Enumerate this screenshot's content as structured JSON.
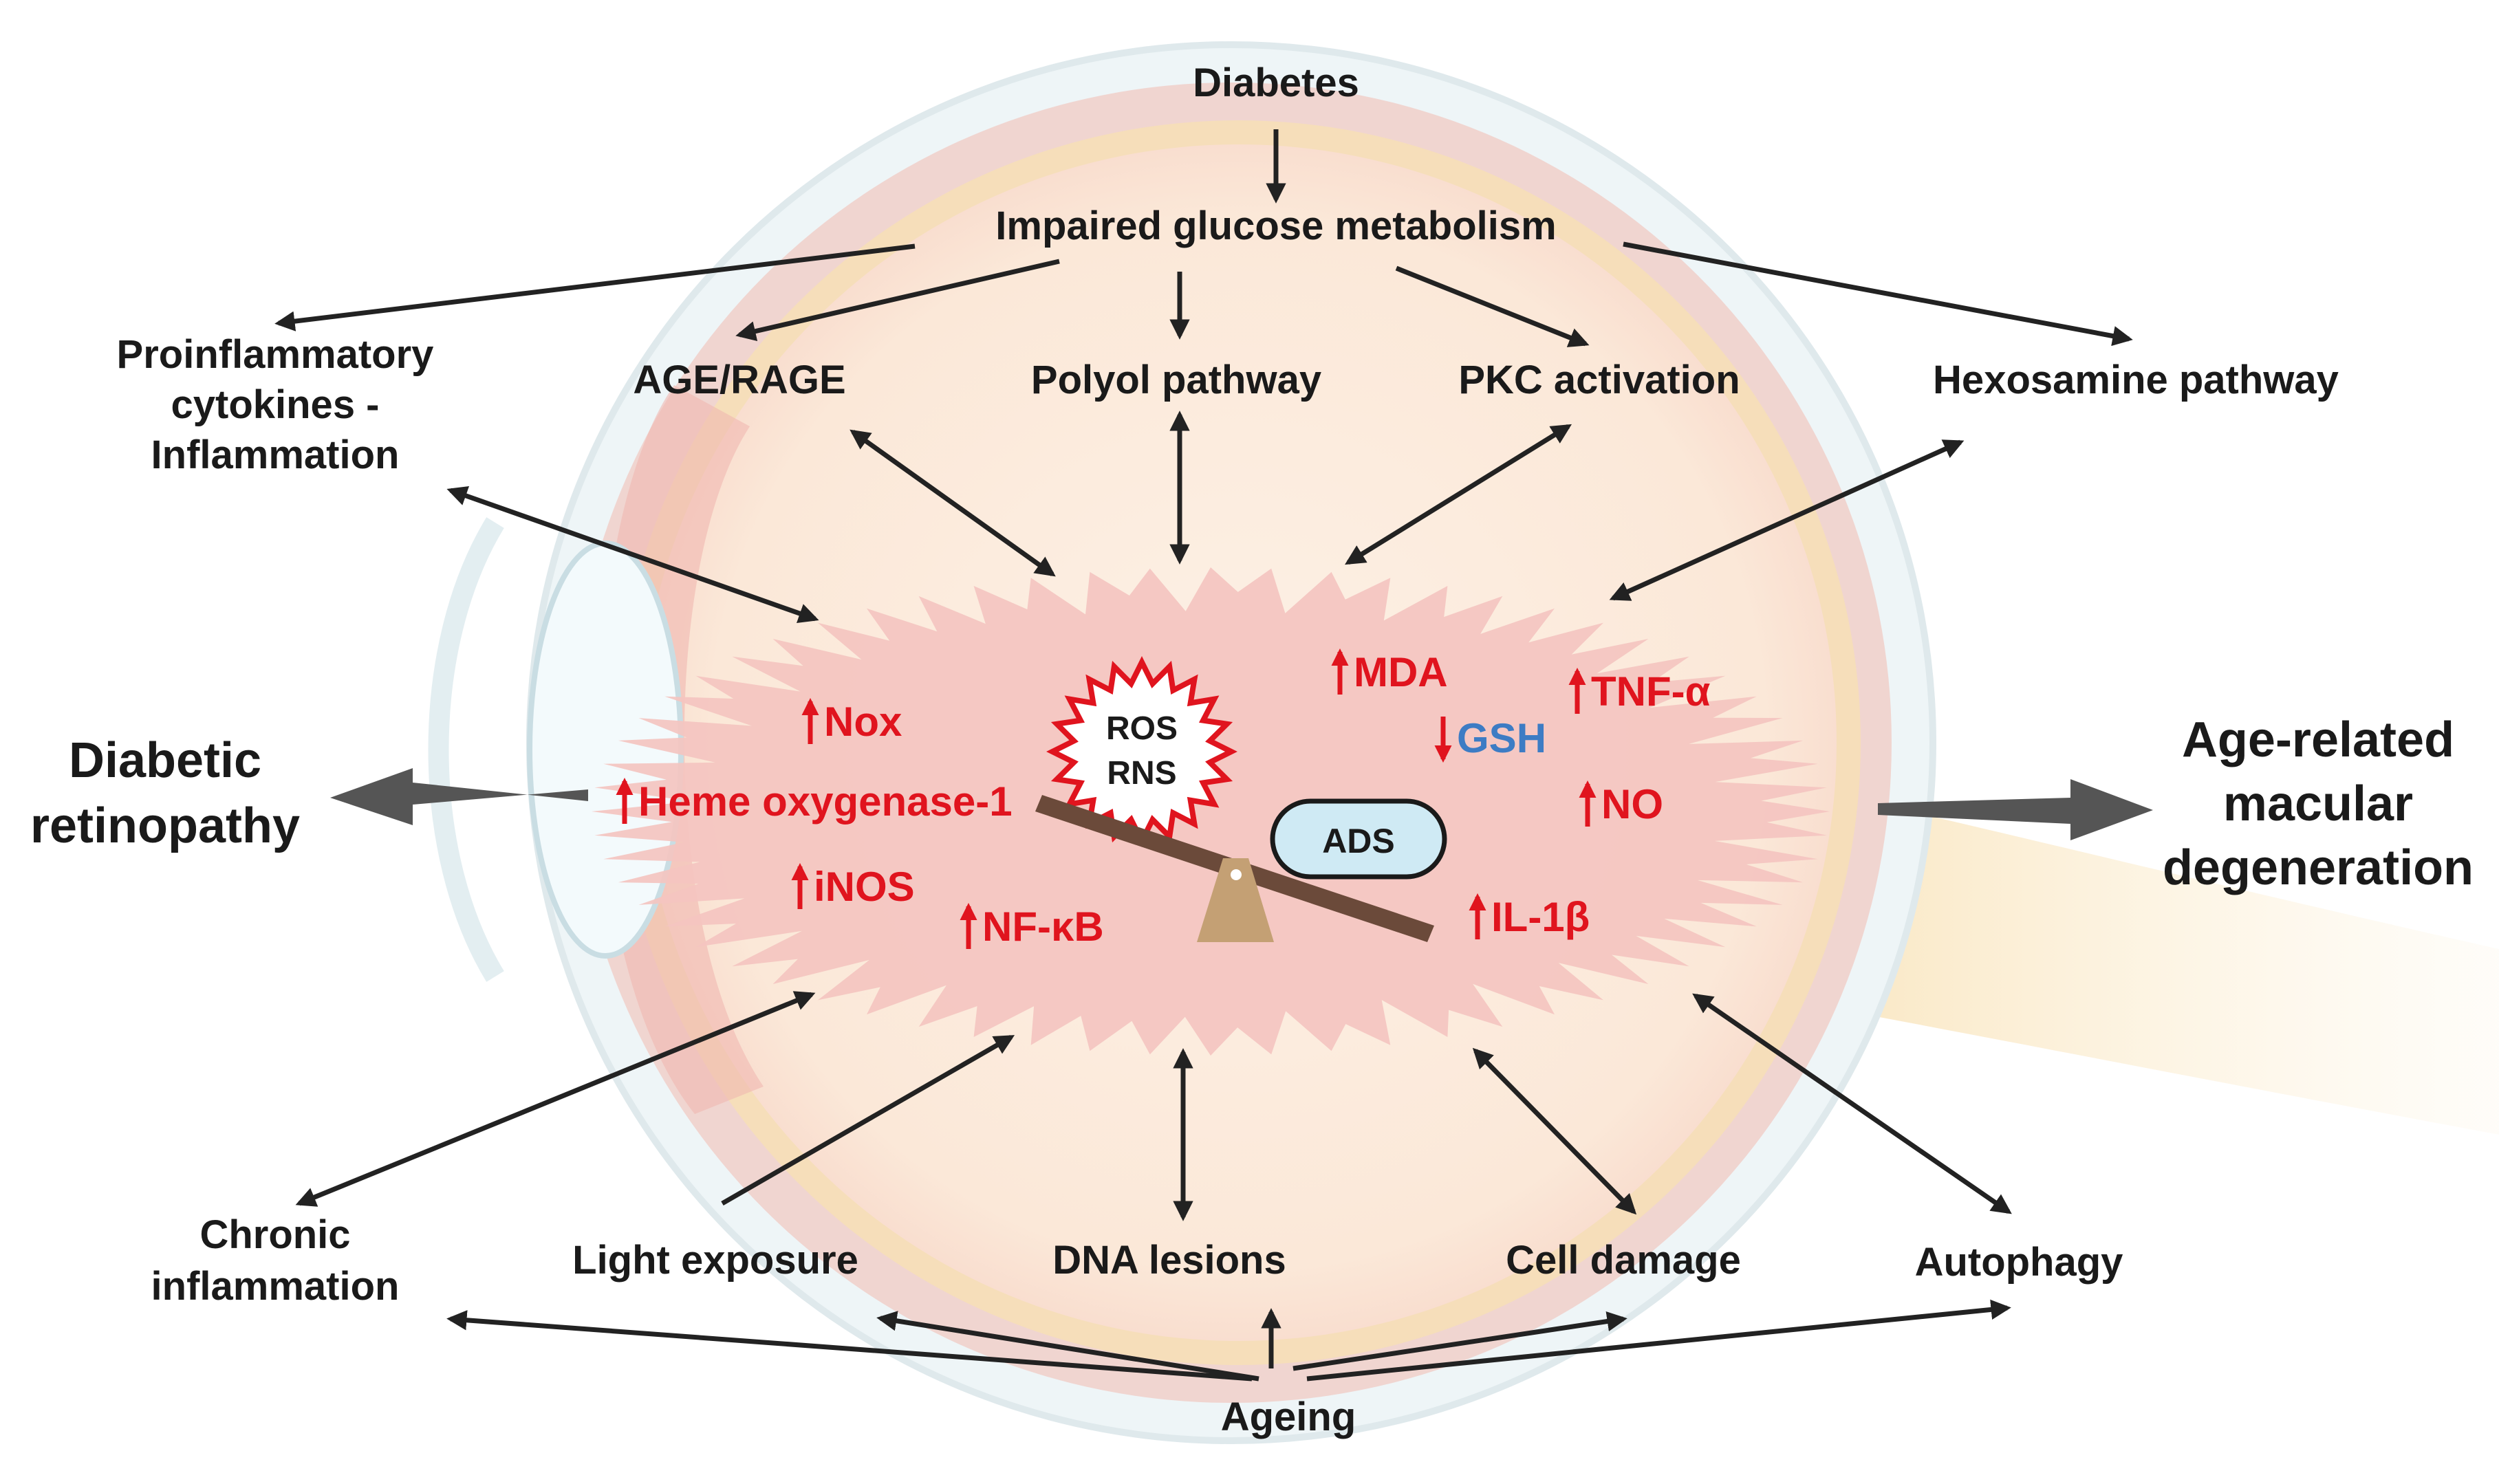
{
  "top": {
    "diabetes": "Diabetes",
    "impaired": "Impaired glucose metabolism"
  },
  "pathways": {
    "proinflammatory": [
      "Proinflammatory",
      "cytokines -",
      "Inflammation"
    ],
    "age_rage": "AGE/RAGE",
    "polyol": "Polyol pathway",
    "pkc": "PKC activation",
    "hexosamine": "Hexosamine pathway"
  },
  "sides": {
    "left": [
      "Diabetic",
      "retinopathy"
    ],
    "right": [
      "Age-related",
      "macular",
      "degeneration"
    ]
  },
  "center": {
    "ros": "ROS",
    "rns": "RNS",
    "ads": "ADS",
    "markers": {
      "nox": "Nox",
      "heme": "Heme oxygenase-1",
      "inos": "iNOS",
      "nfkb": "NF-κB",
      "mda": "MDA",
      "gsh": "GSH",
      "tnf": "TNF-α",
      "no": "NO",
      "il1b": "IL-1β"
    }
  },
  "bottom": {
    "chronic": [
      "Chronic",
      "inflammation"
    ],
    "light": "Light exposure",
    "dna": "DNA lesions",
    "cell": "Cell damage",
    "autophagy": "Autophagy",
    "ageing": "Ageing"
  },
  "colors": {
    "marker_red": "#e0141e",
    "gsh_blue": "#3d7cc4",
    "ads_fill": "#cfeaf4",
    "spiky_fill": "#f4c4c0"
  }
}
